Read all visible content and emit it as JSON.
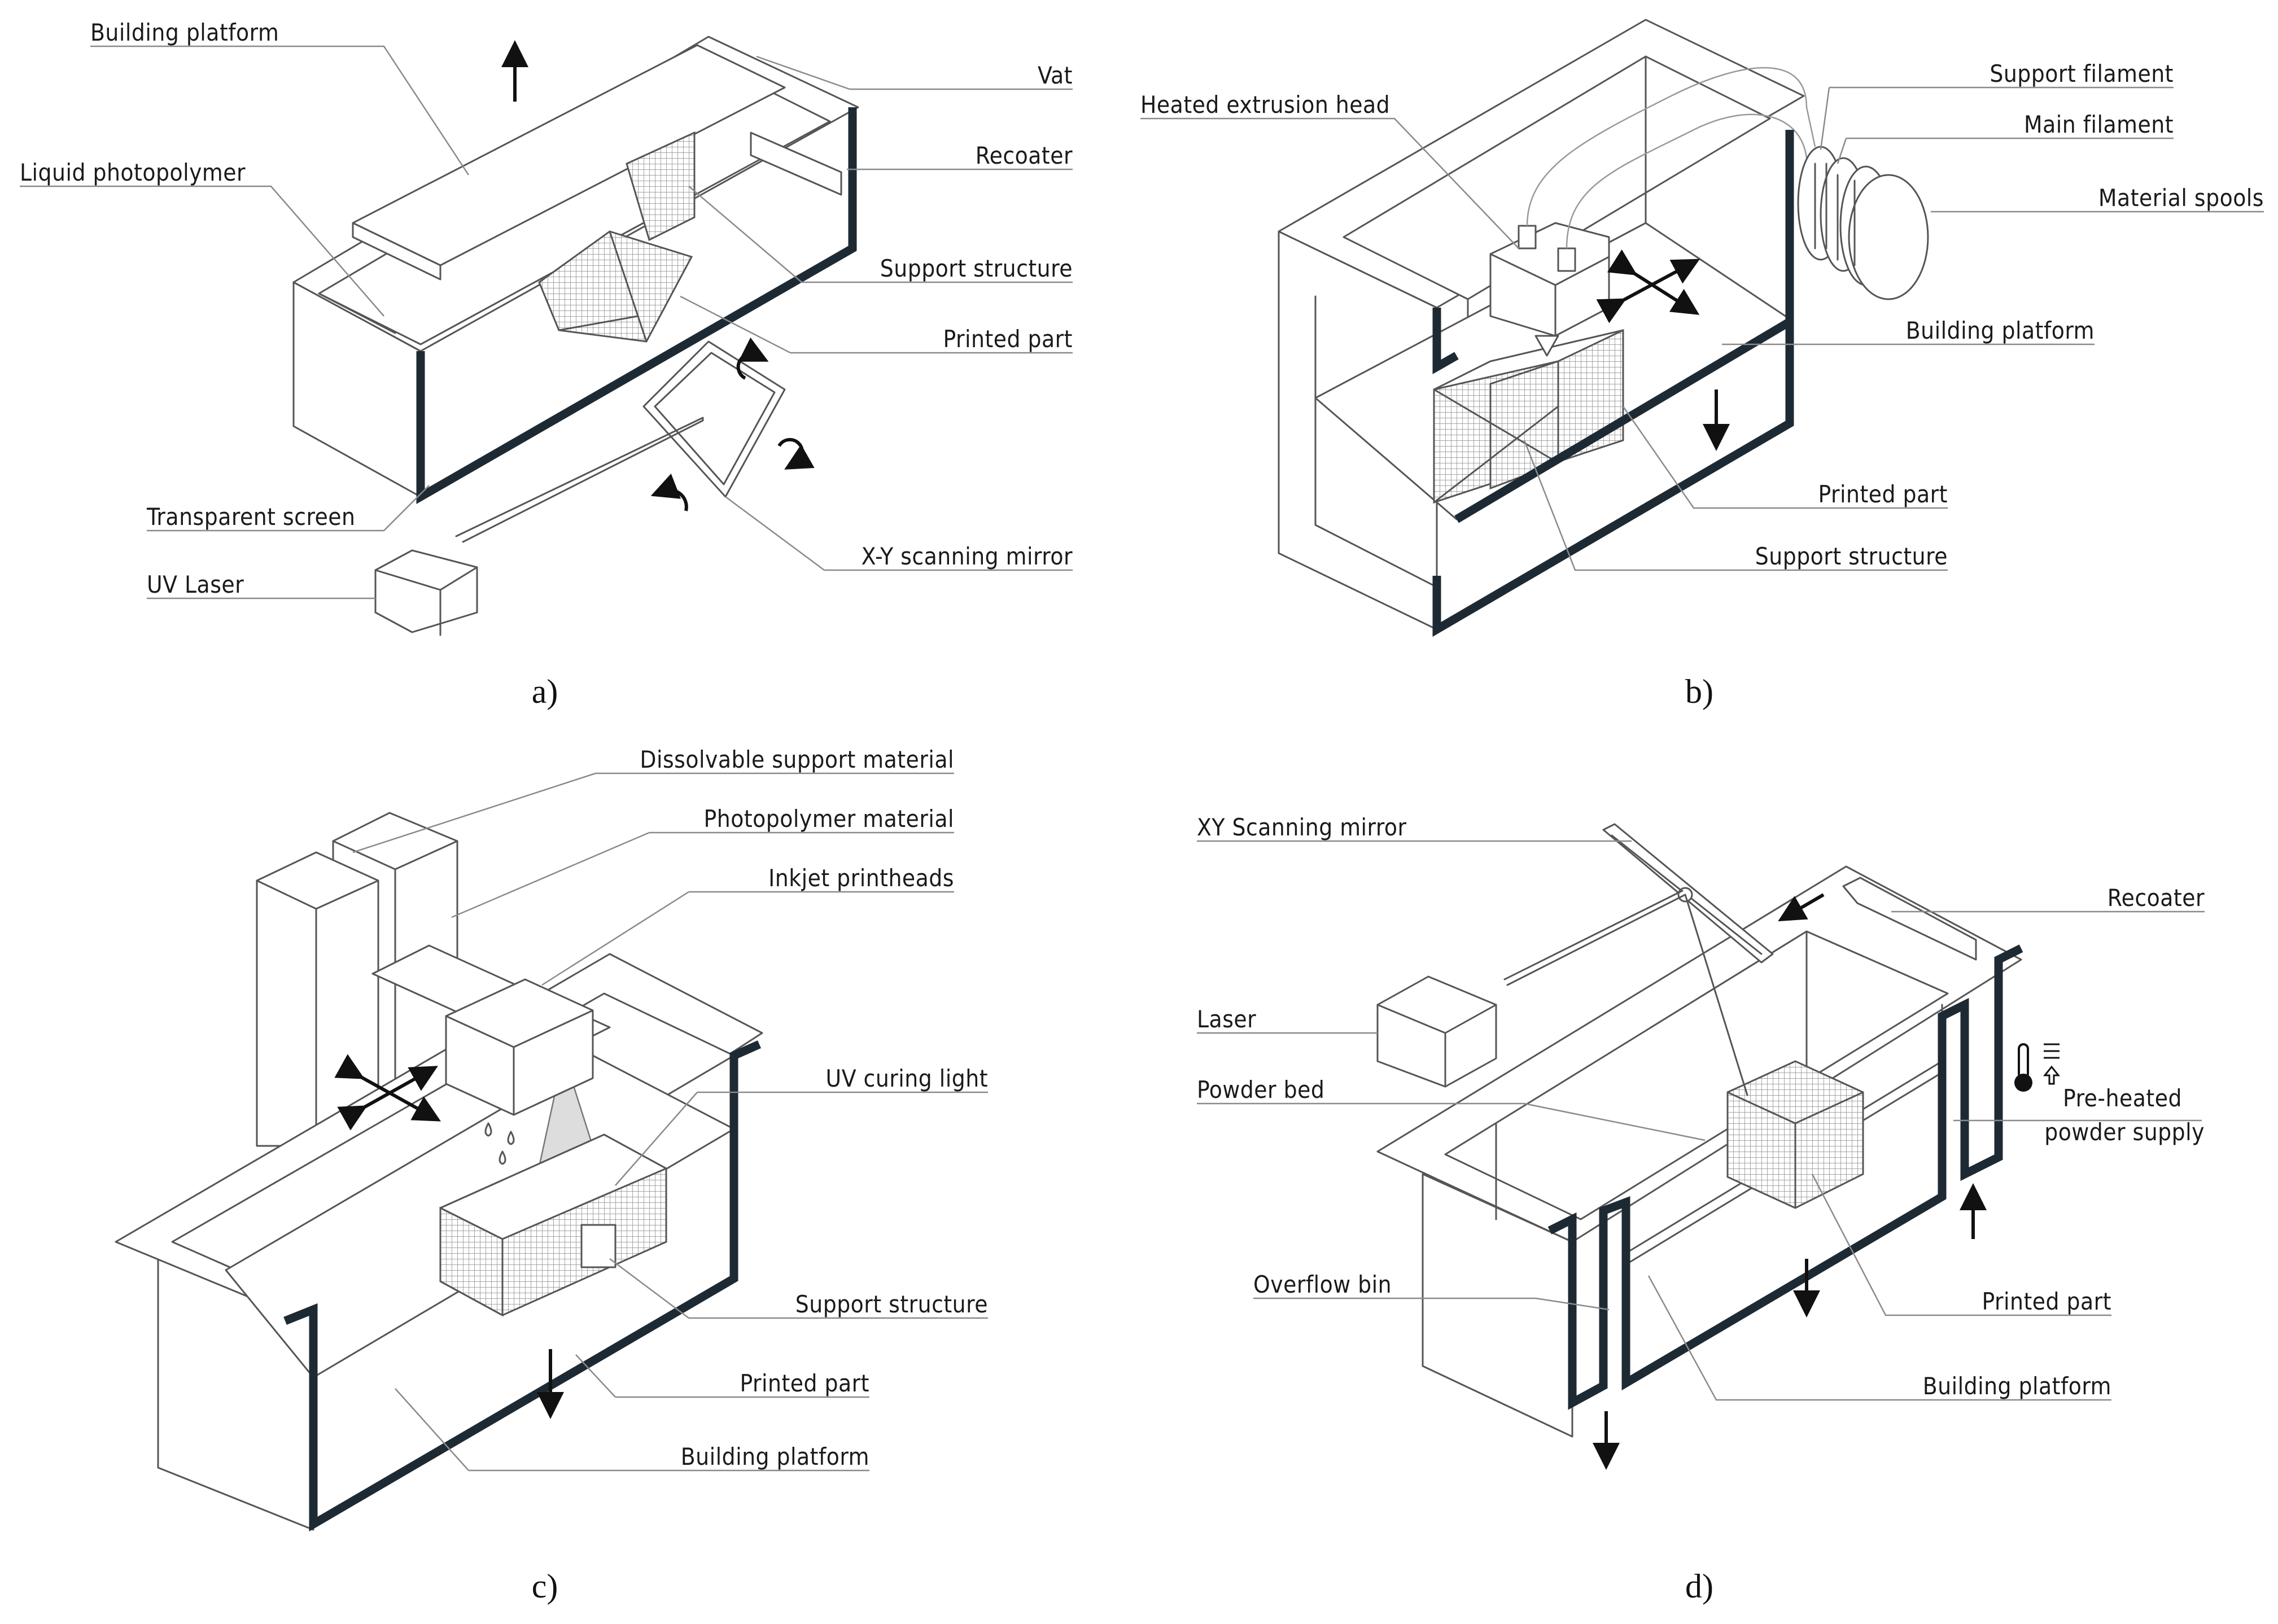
{
  "panels": {
    "a": {
      "caption": "a)",
      "labels": {
        "building_platform": "Building platform",
        "vat": "Vat",
        "recoater": "Recoater",
        "liquid_photopolymer": "Liquid photopolymer",
        "support_structure": "Support structure",
        "printed_part": "Printed part",
        "transparent_screen": "Transparent screen",
        "uv_laser": "UV Laser",
        "xy_scanning_mirror": "X-Y scanning mirror"
      }
    },
    "b": {
      "caption": "b)",
      "labels": {
        "support_filament": "Support filament",
        "main_filament": "Main filament",
        "heated_extrusion_head": "Heated extrusion head",
        "material_spools": "Material spools",
        "building_platform": "Building platform",
        "printed_part": "Printed part",
        "support_structure": "Support structure"
      }
    },
    "c": {
      "caption": "c)",
      "labels": {
        "dissolvable_support_material": "Dissolvable support material",
        "photopolymer_material": "Photopolymer material",
        "inkjet_printheads": "Inkjet printheads",
        "uv_curing_light": "UV curing light",
        "support_structure": "Support structure",
        "printed_part": "Printed part",
        "building_platform": "Building platform"
      }
    },
    "d": {
      "caption": "d)",
      "labels": {
        "xy_scanning_mirror": "XY Scanning mirror",
        "recoater": "Recoater",
        "laser": "Laser",
        "powder_bed": "Powder bed",
        "preheated_powder_supply_1": "Pre-heated",
        "preheated_powder_supply_2": "powder supply",
        "overflow_bin": "Overflow bin",
        "printed_part": "Printed part",
        "building_platform": "Building platform"
      }
    }
  },
  "colors": {
    "frame_dark": "#1e2a33",
    "line": "#555555",
    "leader": "#8a8a8a"
  },
  "icons": [
    "motion-arrow-icon",
    "rotation-arrow-icon",
    "thermometer-icon",
    "droplet-icon"
  ]
}
